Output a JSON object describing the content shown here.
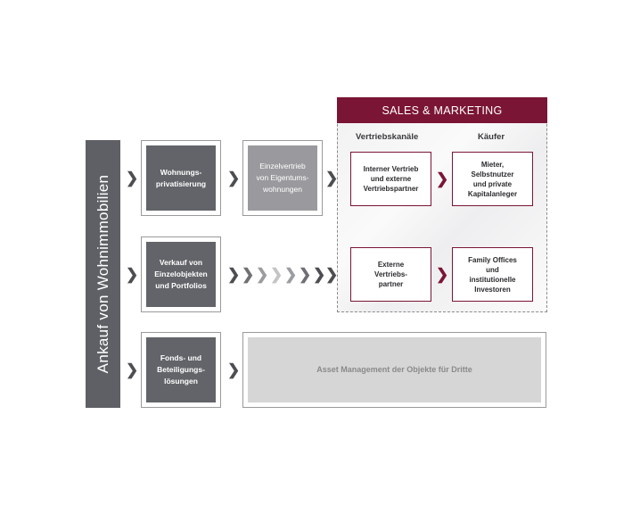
{
  "vertical_label": "Ankauf von Wohnimmobilien",
  "rows": [
    {
      "box_label": "Wohnungs-\nprivatisierung",
      "secondary_label": "Einzelvertrieb\nvon Eigentums-\nwohnungen"
    },
    {
      "box_label": "Verkauf von\nEinzelobjekten\nund Portfolios"
    },
    {
      "box_label": "Fonds- und\nBeteiligungs-\nlösungen",
      "asset_label": "Asset Management der Objekte für Dritte"
    }
  ],
  "sales": {
    "title": "SALES & MARKETING",
    "col_channels": "Vertriebskanäle",
    "col_buyers": "Käufer",
    "channel_1": "Interner Vertrieb\nund externe\nVertriebspartner",
    "buyer_1": "Mieter,\nSelbstnutzer\nund private\nKapitalanleger",
    "channel_2": "Externe\nVertriebs-\npartner",
    "buyer_2": "Family Offices\nund\ninstitutionelle\nInvestoren"
  },
  "arrow_glyph": "❯",
  "colors": {
    "accent": "#7b1535",
    "dark_box": "#636469",
    "mid_box": "#9a9a9e",
    "light_box": "#d6d6d6",
    "bar": "#5f6065"
  }
}
